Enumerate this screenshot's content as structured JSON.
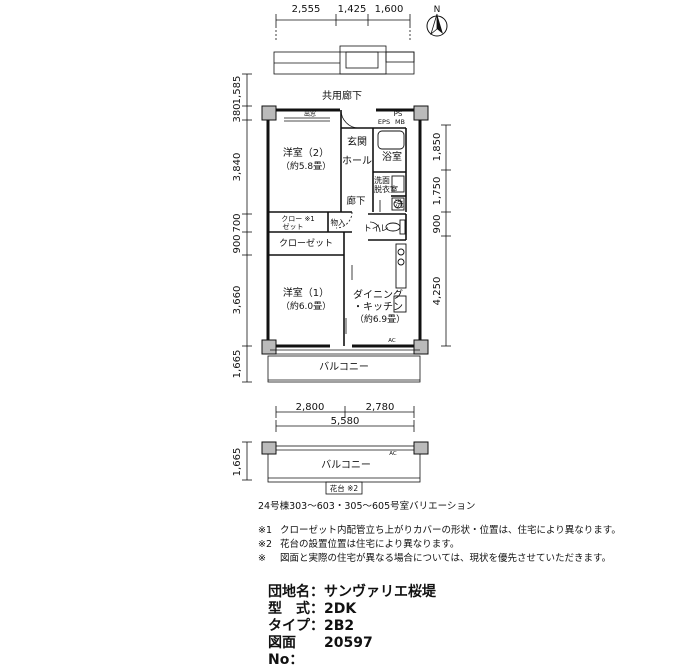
{
  "dims": {
    "top": [
      "2,555",
      "1,425",
      "1,600"
    ],
    "left": [
      "1,585",
      "380",
      "3,840",
      "700",
      "900",
      "3,660",
      "1,665"
    ],
    "right": [
      "1,850",
      "1,750",
      "900",
      "4,250"
    ],
    "bottom_parts": [
      "2,800",
      "2,780"
    ],
    "bottom_total": "5,580",
    "lower_left": "1,665"
  },
  "compass": {
    "label": "N"
  },
  "labels": {
    "corridor": "共用廊下",
    "pipe_space": "PS",
    "mb": "MB",
    "eps": "EPS",
    "storage_top": "出窓",
    "genkan": "玄関",
    "hall": "ホール",
    "bath": "浴室",
    "wash_line1": "洗面",
    "wash_line2": "脱衣室",
    "washer": "洗",
    "western2_name": "洋室（2）",
    "western2_size": "（約5.8畳）",
    "hallway": "廊下",
    "closet_small_1": "クロー ※1",
    "closet_small_2": "ゼット",
    "storage": "物入",
    "toilet": "トイレ",
    "closet": "クローゼット",
    "western1_name": "洋室（1）",
    "western1_size": "（約6.0畳）",
    "dk_line1": "ダイニング",
    "dk_line2": "・キッチン",
    "dk_size": "（約6.9畳）",
    "balcony": "バルコニー",
    "balcony_lower": "バルコニー",
    "planter": "花台 ※2",
    "ac_mark": "AC"
  },
  "caption": "24号棟303〜603・305〜605号室バリエーション",
  "notes": [
    {
      "mark": "※1",
      "text": "クローゼット内配管立ち上がりカバーの形状・位置は、住宅により異なります。"
    },
    {
      "mark": "※2",
      "text": "花台の設置位置は住宅により異なります。"
    },
    {
      "mark": "※",
      "text": "図面と実際の住宅が異なる場合については、現状を優先させていただきます。"
    }
  ],
  "info": [
    {
      "label": "団地名：",
      "value": "サンヴァリエ桜堤"
    },
    {
      "label": "型　式：",
      "value": "2DK"
    },
    {
      "label": "タイプ：",
      "value": "2B2"
    },
    {
      "label": "図面No：",
      "value": "20597"
    }
  ]
}
